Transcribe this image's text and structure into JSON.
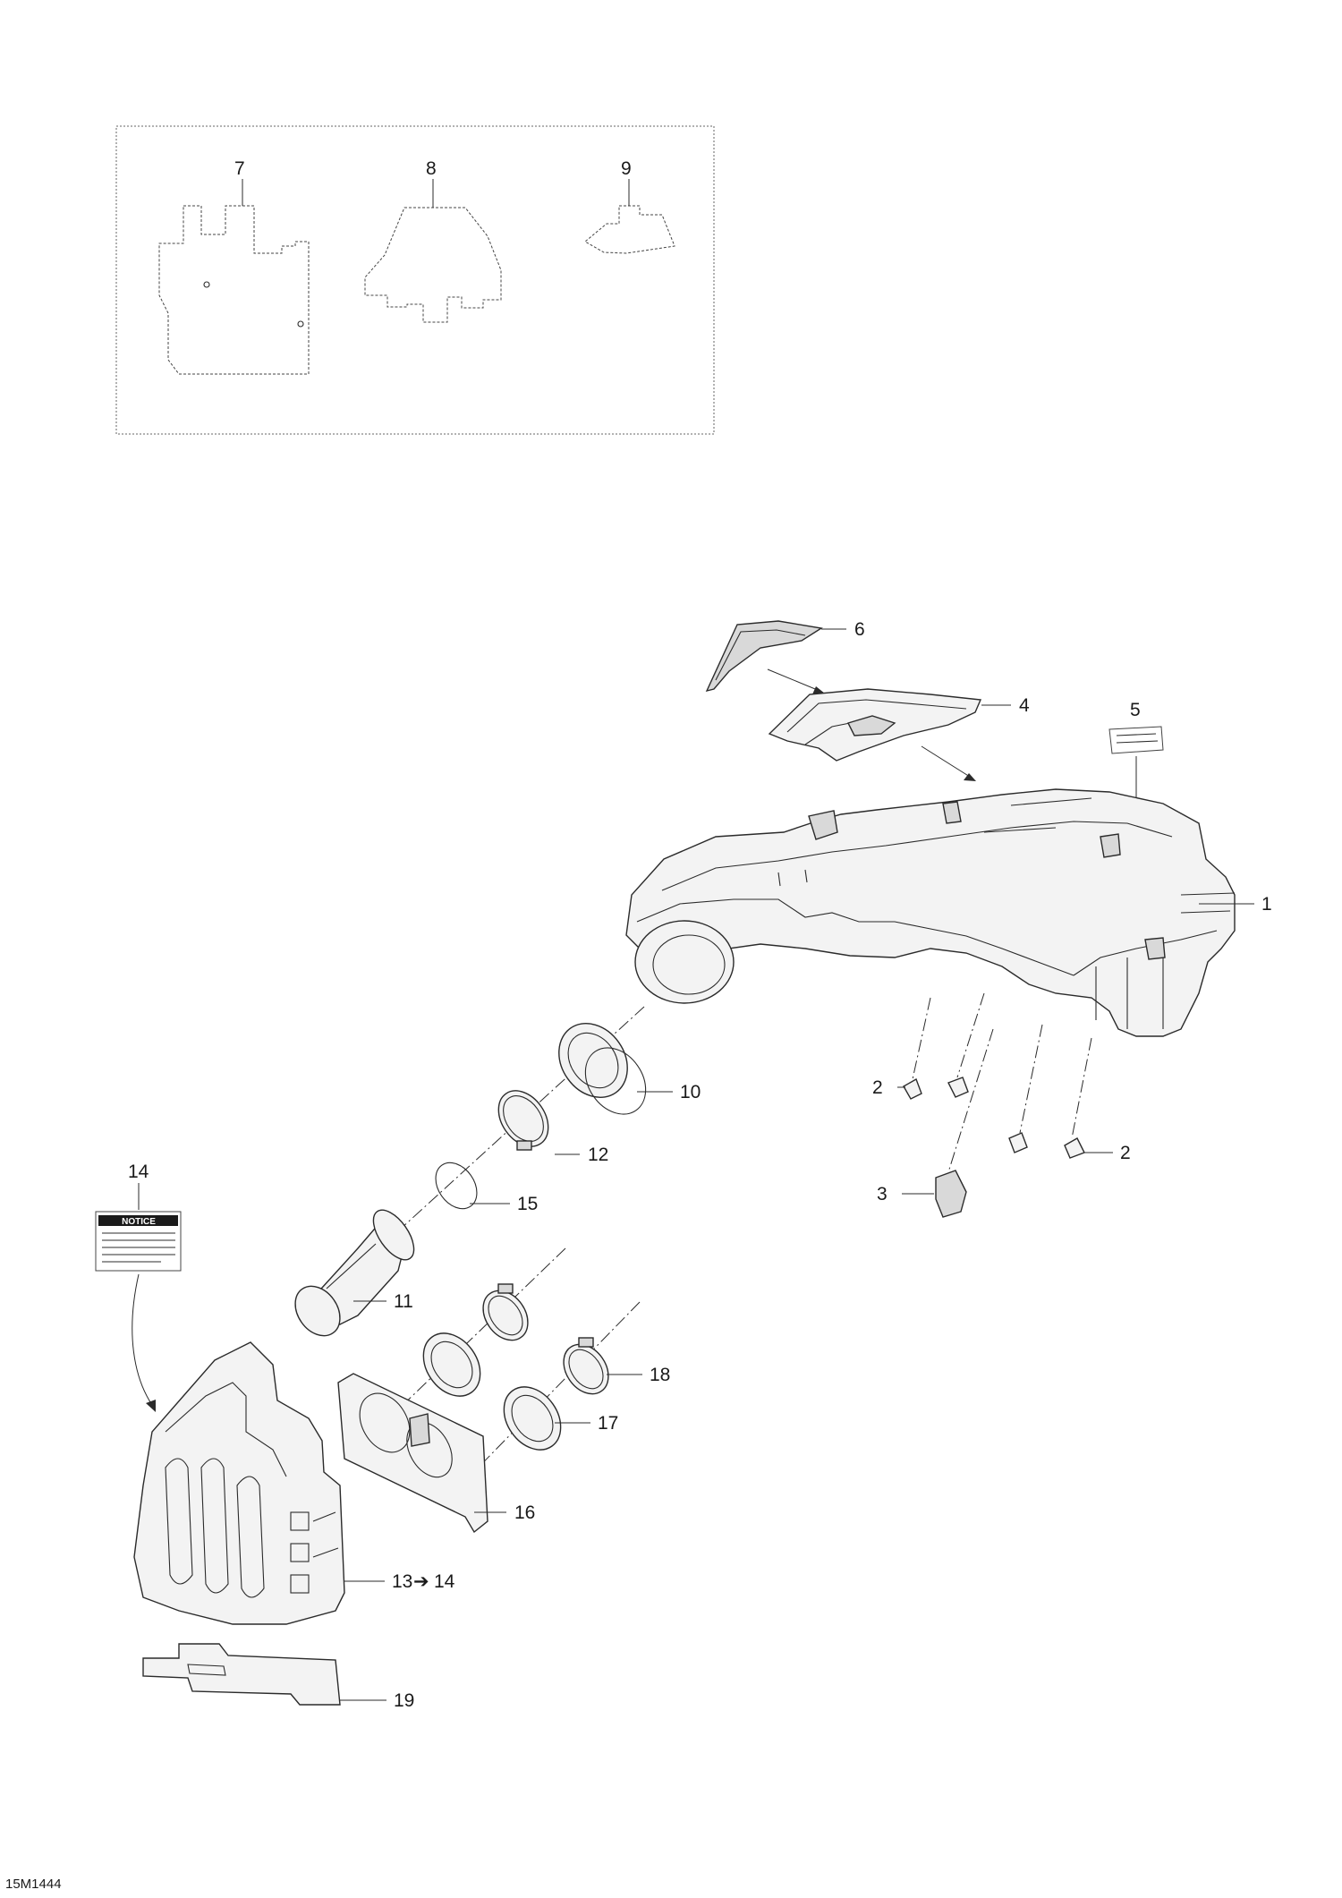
{
  "diagram": {
    "drawing_code": "15M1444",
    "callouts": {
      "c1": "1",
      "c2a": "2",
      "c2b": "2",
      "c3": "3",
      "c4": "4",
      "c5": "5",
      "c6": "6",
      "c7": "7",
      "c8": "8",
      "c9": "9",
      "c10": "10",
      "c11": "11",
      "c12": "12",
      "c13": "13",
      "c13_arrow": "➔",
      "c13_ref": "14",
      "c14": "14",
      "c15": "15",
      "c16": "16",
      "c17": "17",
      "c18": "18",
      "c19": "19"
    },
    "notice_label_text": "NOTICE"
  }
}
